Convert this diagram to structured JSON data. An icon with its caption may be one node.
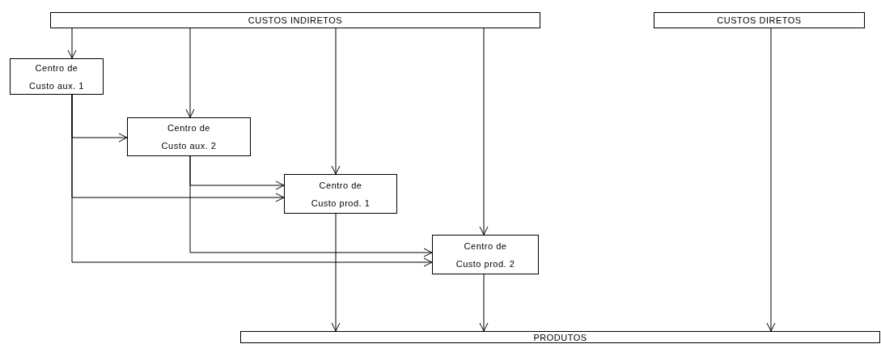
{
  "diagram": {
    "nodes": [
      {
        "text": [
          "CUSTOS INDIRETOS"
        ]
      },
      {
        "text": [
          "CUSTOS DIRETOS"
        ]
      },
      {
        "text": [
          "Centro de Custo aux. 1"
        ]
      },
      {
        "text": [
          "Centro de Custo aux. 2"
        ]
      },
      {
        "text": [
          "Centro de Custo prod. 1"
        ]
      },
      {
        "text": [
          "Centro de Custo prod. 2"
        ]
      },
      {
        "text": [
          "PRODUTOS"
        ]
      }
    ],
    "edges": [
      {
        "from": 0,
        "to": 2,
        "arrow": "to"
      },
      {
        "from": 0,
        "to": 3,
        "arrow": "to"
      },
      {
        "from": 0,
        "to": 4,
        "arrow": "to"
      },
      {
        "from": 0,
        "to": 5,
        "arrow": "to"
      },
      {
        "from": 1,
        "to": 6,
        "arrow": "to"
      },
      {
        "from": 2,
        "to": 3,
        "arrow": "to"
      },
      {
        "from": 2,
        "to": 4,
        "arrow": "to"
      },
      {
        "from": 2,
        "to": 5,
        "arrow": "to"
      },
      {
        "from": 3,
        "to": 4,
        "arrow": "to"
      },
      {
        "from": 3,
        "to": 5,
        "arrow": "to"
      },
      {
        "from": 4,
        "to": 6,
        "arrow": "to"
      },
      {
        "from": 5,
        "to": 6,
        "arrow": "to"
      }
    ]
  }
}
